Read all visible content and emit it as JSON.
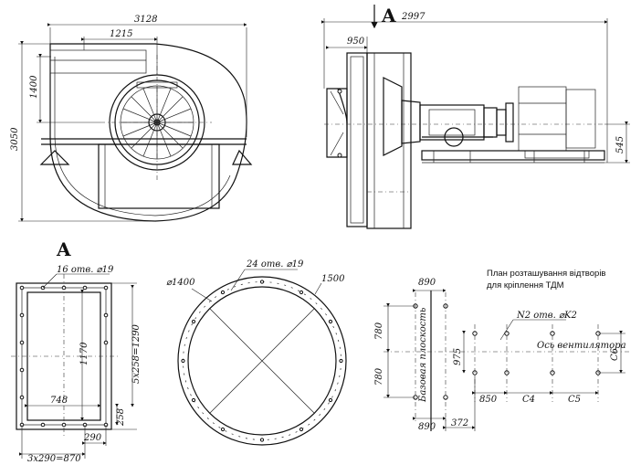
{
  "front_view": {
    "width_total": "3128",
    "width_inner": "1215",
    "height_top": "1400",
    "height_total": "3050"
  },
  "side_view": {
    "section_label": "A",
    "length_total": "2997",
    "inlet_offset": "950",
    "shaft_height": "545"
  },
  "view_a": {
    "label": "A",
    "holes": "16 отв. ⌀19",
    "inner_height": "1170",
    "inner_width": "748",
    "vertical_pitch": "5x258=1290",
    "edge_pitch": "258",
    "bottom_offset": "290",
    "horizontal_pitch": "3x290=870"
  },
  "flange": {
    "inner_dia": "⌀1400",
    "holes": "24 отв. ⌀19",
    "outer_dia": "1500"
  },
  "foundation_plan": {
    "title_line1": "План розташування відтворів",
    "title_line2": "для кріплення ТДМ",
    "top_offset": "890",
    "bottom_offset": "890",
    "upper_height": "780",
    "lower_height": "780",
    "holes": "N2 отв. ⌀K2",
    "axis_label": "Ось вентилятора",
    "base_plane": "Базовая плоскость",
    "middle_offset": "975",
    "dim_850": "850",
    "dim_c4": "C4",
    "dim_c5": "C5",
    "dim_c6": "C6",
    "dim_372": "372"
  }
}
